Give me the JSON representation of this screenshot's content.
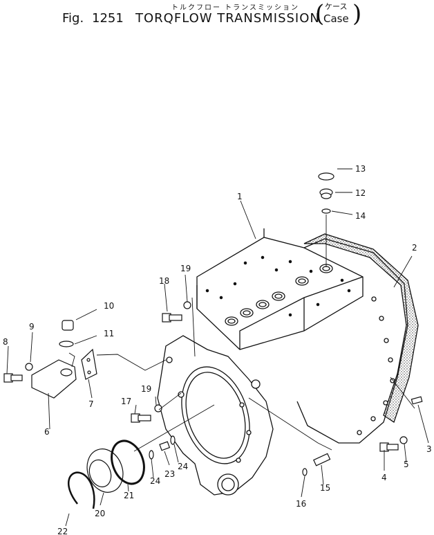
{
  "title": {
    "fig_label": "Fig.",
    "fig_number": "1251",
    "name": "TORQFLOW TRANSMISSION",
    "name_jp": "トルクフロー トランスミッション",
    "subtitle": "Case",
    "subtitle_jp": "ケース"
  },
  "callouts": [
    "1",
    "2",
    "3",
    "4",
    "5",
    "6",
    "7",
    "8",
    "9",
    "10",
    "11",
    "12",
    "13",
    "14",
    "15",
    "16",
    "17",
    "18",
    "19",
    "19",
    "20",
    "21",
    "22",
    "23",
    "24",
    "24"
  ]
}
